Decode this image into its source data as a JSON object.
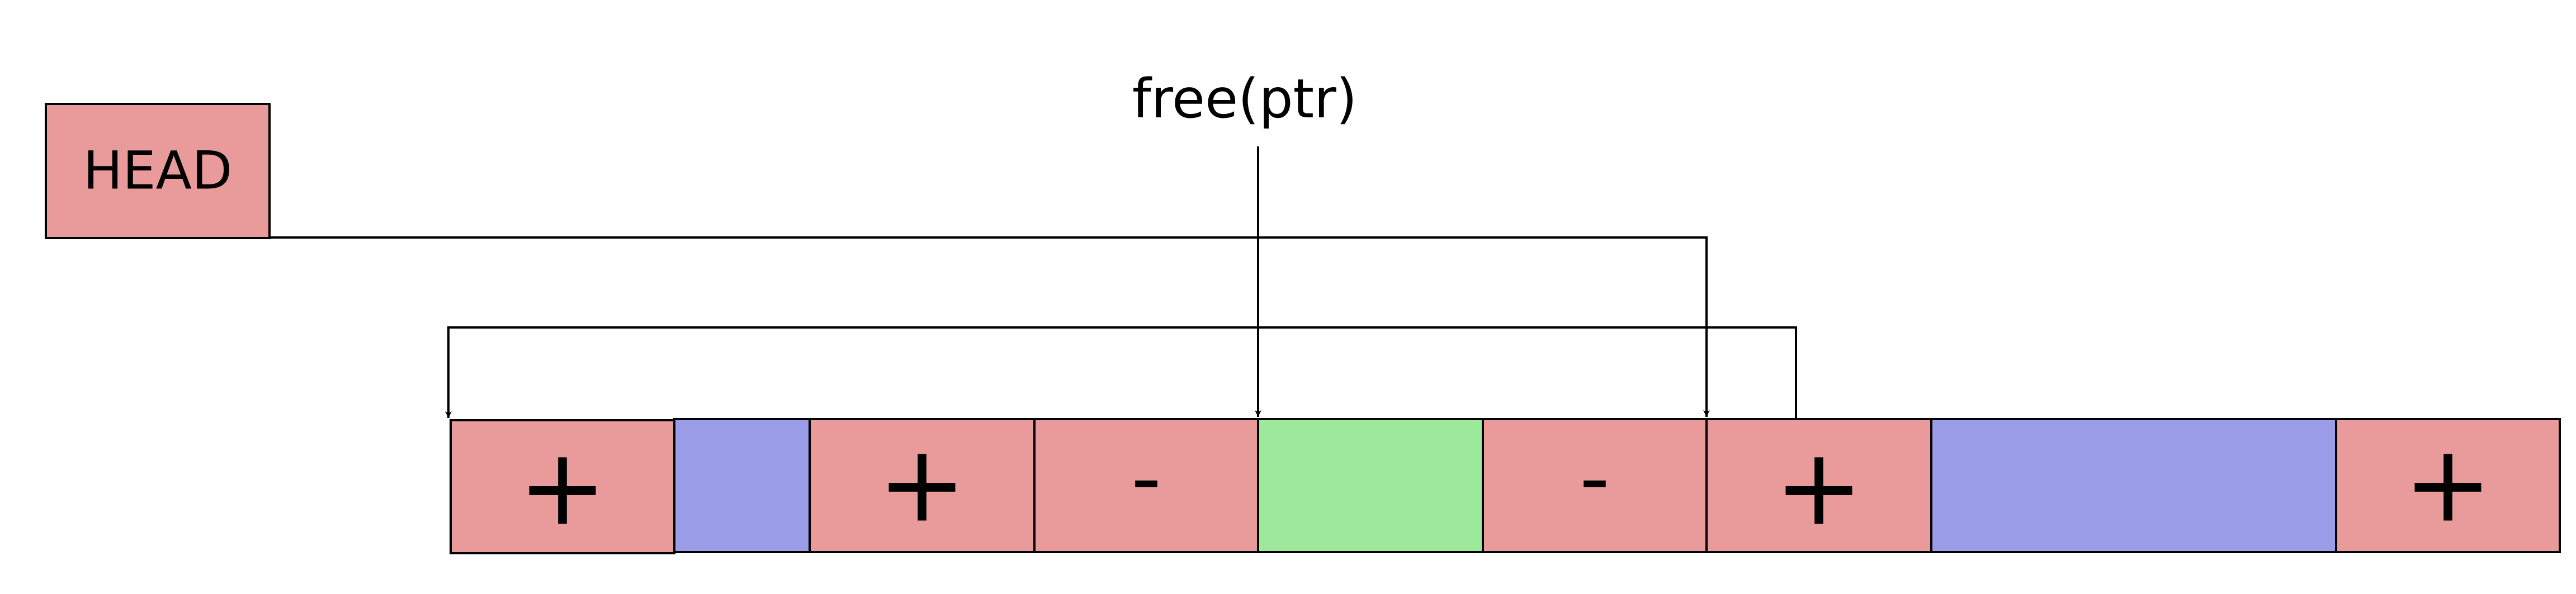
{
  "diagram": {
    "head_label": "HEAD",
    "call_label": "free(ptr)",
    "colors": {
      "header_block": "#e99b9b",
      "free_space": "#9b9de8",
      "freed_block": "#9ce99b",
      "stroke": "#000000",
      "background": "#ffffff"
    },
    "blocks": [
      {
        "id": "b1",
        "kind": "header",
        "label": "+"
      },
      {
        "id": "b2",
        "kind": "free-space",
        "label": ""
      },
      {
        "id": "b3",
        "kind": "header",
        "label": "+"
      },
      {
        "id": "b4",
        "kind": "header",
        "label": "-"
      },
      {
        "id": "b5",
        "kind": "freed",
        "label": ""
      },
      {
        "id": "b6",
        "kind": "header",
        "label": "-"
      },
      {
        "id": "b7",
        "kind": "header",
        "label": "+"
      },
      {
        "id": "b8",
        "kind": "free-space",
        "label": ""
      },
      {
        "id": "b9",
        "kind": "header",
        "label": "+"
      }
    ],
    "arrows": [
      {
        "name": "head-to-block-arrow",
        "from": "head",
        "to": "b7"
      },
      {
        "name": "free-ptr-arrow",
        "from": "call",
        "to": "b5"
      },
      {
        "name": "block-link-arrow",
        "from": "b7",
        "to": "b1"
      }
    ]
  }
}
